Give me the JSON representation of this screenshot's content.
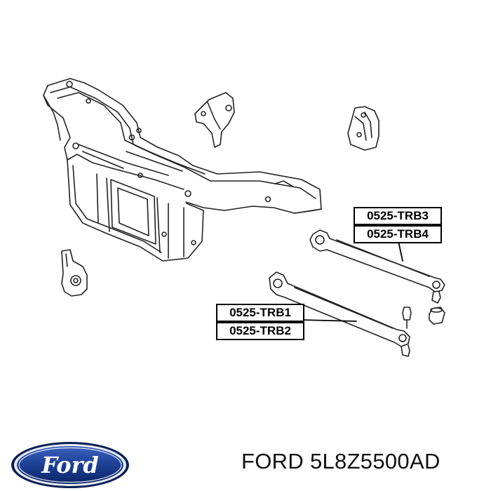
{
  "labels": {
    "trb3": "0525-TRB3",
    "trb4": "0525-TRB4",
    "trb1": "0525-TRB1",
    "trb2": "0525-TRB2"
  },
  "brand": {
    "logo_text": "Ford",
    "logo_color": "#1c3f94"
  },
  "footer": {
    "brand_name": "FORD",
    "part_number": "5L8Z5500AD"
  }
}
